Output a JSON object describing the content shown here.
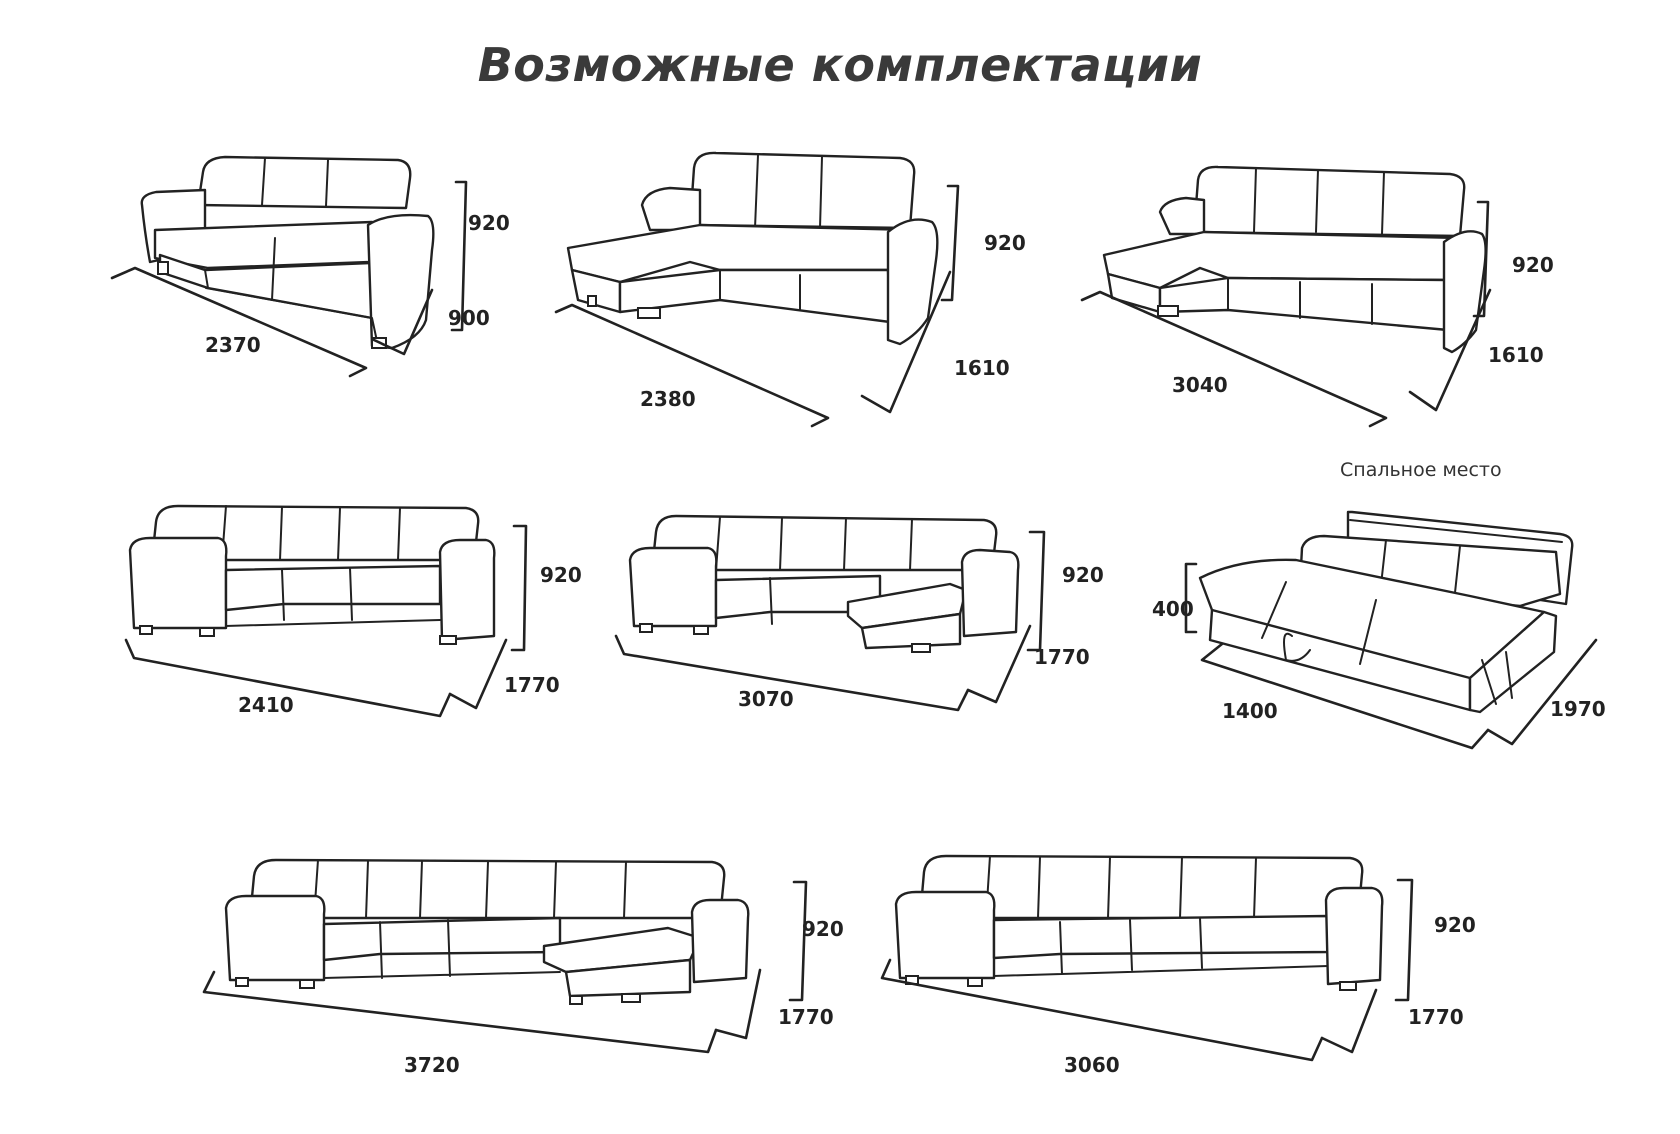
{
  "title": "Возможные комплектации",
  "note": "Спальное место",
  "configs": [
    {
      "width": "2370",
      "depth": "900",
      "height": "920"
    },
    {
      "width": "2380",
      "depth": "1610",
      "height": "920"
    },
    {
      "width": "3040",
      "depth": "1610",
      "height": "920"
    },
    {
      "width": "2410",
      "depth": "1770",
      "height": "920"
    },
    {
      "width": "3070",
      "depth": "1770",
      "height": "920"
    },
    {
      "width": "1400",
      "depth": "1970",
      "height": "400"
    },
    {
      "width": "3720",
      "depth": "1770",
      "height": "920"
    },
    {
      "width": "3060",
      "depth": "1770",
      "height": "920"
    }
  ]
}
